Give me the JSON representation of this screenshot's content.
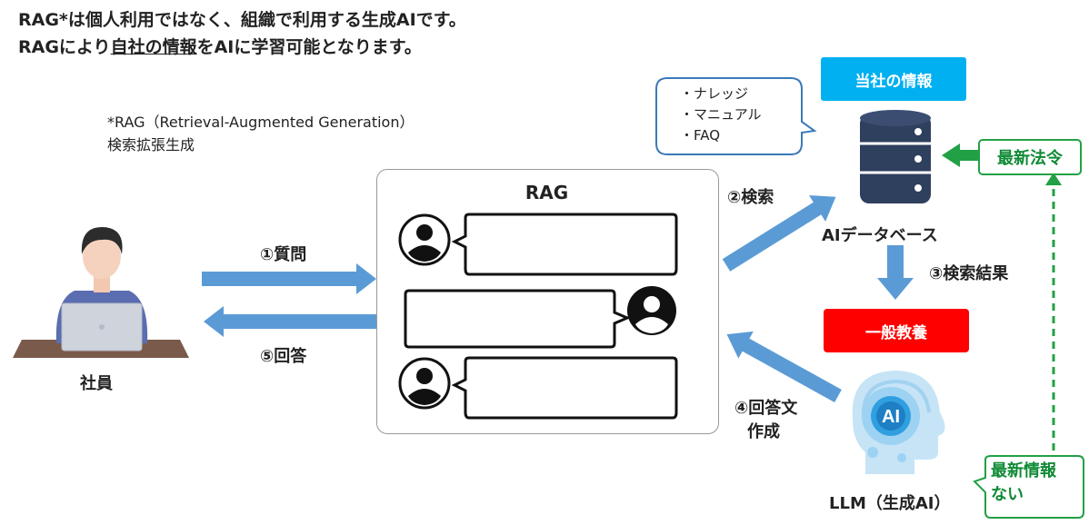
{
  "heading": {
    "line1": "RAG*は個人利用ではなく、組織で利用する生成AIです。",
    "line2_pre": "RAGにより",
    "line2_underlined": "自社の情報",
    "line2_post": "をAIに学習可能となります。"
  },
  "footnote": {
    "line1": "*RAG（Retrieval-Augmented Generation）",
    "line2": "検索拡張生成"
  },
  "employee": {
    "label": "社員"
  },
  "rag": {
    "title": "RAG"
  },
  "steps": {
    "question": "①質問",
    "answer": "⑤回答",
    "search": "②検索",
    "search_result": "③検索結果",
    "compose_line1": "④回答文",
    "compose_line2": "作成"
  },
  "company_info": {
    "badge": "当社の情報",
    "items": [
      "・ナレッジ",
      "・マニュアル",
      "・FAQ"
    ]
  },
  "database": {
    "label": "AIデータベース"
  },
  "general": {
    "badge": "一般教養"
  },
  "llm": {
    "label": "LLM（生成AI）",
    "icon_text": "AI"
  },
  "latest_law": "最新法令",
  "no_latest_line1": "最新情報",
  "no_latest_line2": "ない",
  "colors": {
    "arrow_blue": "#5b9bd5",
    "badge_cyan": "#00b0f0",
    "badge_red": "#ff0000",
    "green": "#22a045",
    "db_navy": "#2f3f5e"
  }
}
